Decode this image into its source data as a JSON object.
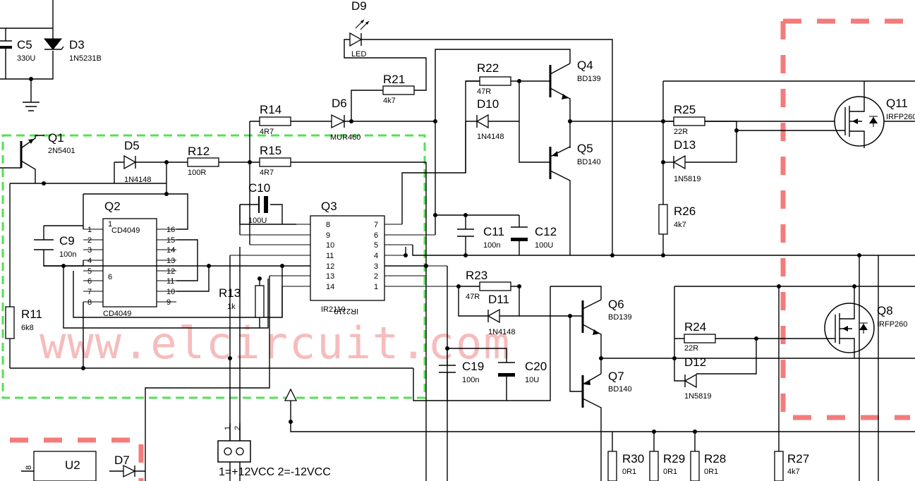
{
  "watermark": "www.elcircuit.com",
  "connector_note": "1=+12VCC 2=-12VCC",
  "connector_pins": [
    "1",
    "2"
  ],
  "components": {
    "c5": {
      "ref": "C5",
      "value": "330U"
    },
    "d3": {
      "ref": "D3",
      "value": "1N5231B"
    },
    "d9": {
      "ref": "D9",
      "value": "LED"
    },
    "r21": {
      "ref": "R21",
      "value": "4k7"
    },
    "d6": {
      "ref": "D6",
      "value": "MUR460"
    },
    "r14": {
      "ref": "R14",
      "value": "4R7"
    },
    "r15": {
      "ref": "R15",
      "value": "4R7"
    },
    "q1": {
      "ref": "Q1",
      "value": "2N5401"
    },
    "d5": {
      "ref": "D5",
      "value": "1N4148"
    },
    "r12": {
      "ref": "R12",
      "value": "100R"
    },
    "c10": {
      "ref": "C10",
      "value": "100U"
    },
    "q2": {
      "ref": "Q2",
      "value": "CD4049"
    },
    "q2b": {
      "value": "CD4049"
    },
    "q3": {
      "ref": "Q3",
      "value": "IR2110"
    },
    "q3b": {
      "value": "IR2110"
    },
    "c9": {
      "ref": "C9",
      "value": "100n"
    },
    "r11": {
      "ref": "R11",
      "value": "6k8"
    },
    "r13": {
      "ref": "R13",
      "value": "1k"
    },
    "r22": {
      "ref": "R22",
      "value": "47R"
    },
    "d10": {
      "ref": "D10",
      "value": "1N4148"
    },
    "q4": {
      "ref": "Q4",
      "value": "BD139"
    },
    "q5": {
      "ref": "Q5",
      "value": "BD140"
    },
    "c11": {
      "ref": "C11",
      "value": "100n"
    },
    "c12": {
      "ref": "C12",
      "value": "100U"
    },
    "r25": {
      "ref": "R25",
      "value": "22R"
    },
    "d13": {
      "ref": "D13",
      "value": "1N5819"
    },
    "r26": {
      "ref": "R26",
      "value": "4k7"
    },
    "q11": {
      "ref": "Q11",
      "value": "IRFP260"
    },
    "r23": {
      "ref": "R23",
      "value": "47R"
    },
    "d11": {
      "ref": "D11",
      "value": "1N4148"
    },
    "q6": {
      "ref": "Q6",
      "value": "BD139"
    },
    "q7": {
      "ref": "Q7",
      "value": "BD140"
    },
    "c19": {
      "ref": "C19",
      "value": "100n"
    },
    "c20": {
      "ref": "C20",
      "value": "10U"
    },
    "r24": {
      "ref": "R24",
      "value": "22R"
    },
    "d12": {
      "ref": "D12",
      "value": "1N5819"
    },
    "q8": {
      "ref": "Q8",
      "value": "IRFP260"
    },
    "r30": {
      "ref": "R30",
      "value": "0R1"
    },
    "r29": {
      "ref": "R29",
      "value": "0R1"
    },
    "r28": {
      "ref": "R28",
      "value": "0R1"
    },
    "r27": {
      "ref": "R27",
      "value": "4k7"
    },
    "u2": {
      "ref": "U2"
    },
    "d7": {
      "ref": "D7"
    }
  },
  "q2_pins_left": [
    "1",
    "2",
    "3",
    "4",
    "5",
    "6",
    "7",
    "8"
  ],
  "q2_pins_right": [
    "16",
    "15",
    "14",
    "13",
    "12",
    "11",
    "10",
    "9"
  ],
  "q2_pin_inner": [
    "1",
    "6"
  ],
  "q3_pins_left": [
    "8",
    "9",
    "10",
    "11",
    "12",
    "13",
    "14"
  ],
  "q3_pins_right": [
    "7",
    "6",
    "5",
    "4",
    "3",
    "2",
    "1"
  ],
  "u2_pin": "8"
}
